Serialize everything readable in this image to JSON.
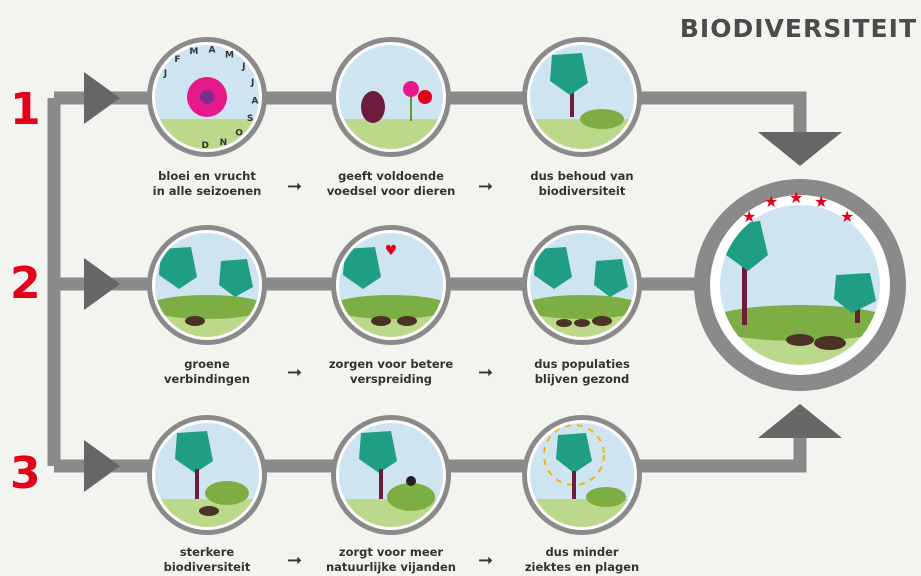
{
  "title": "BIODIVERSITEIT",
  "months": [
    "J",
    "F",
    "M",
    "A",
    "M",
    "J",
    "J",
    "A",
    "S",
    "O",
    "N",
    "D"
  ],
  "rows": [
    {
      "number": "1",
      "steps": [
        "bloei en vrucht\nin alle seizoenen",
        "geeft voldoende\nvoedsel voor dieren",
        "dus behoud van\nbiodiversiteit"
      ]
    },
    {
      "number": "2",
      "steps": [
        "groene\nverbindingen",
        "zorgen voor betere\nverspreiding",
        "dus populaties\nblijven gezond"
      ]
    },
    {
      "number": "3",
      "steps": [
        "sterkere\nbiodiversiteit",
        "zorgt voor meer\nnatuurlijke vijanden",
        "dus minder\nziektes en plagen"
      ]
    }
  ],
  "colors": {
    "accent": "#e2001a",
    "pipe": "#8a8a8a",
    "ring": "#ffffff",
    "sky": "#cfe4f1",
    "tree": "#1f9e83",
    "grass": "#bcd88a"
  }
}
